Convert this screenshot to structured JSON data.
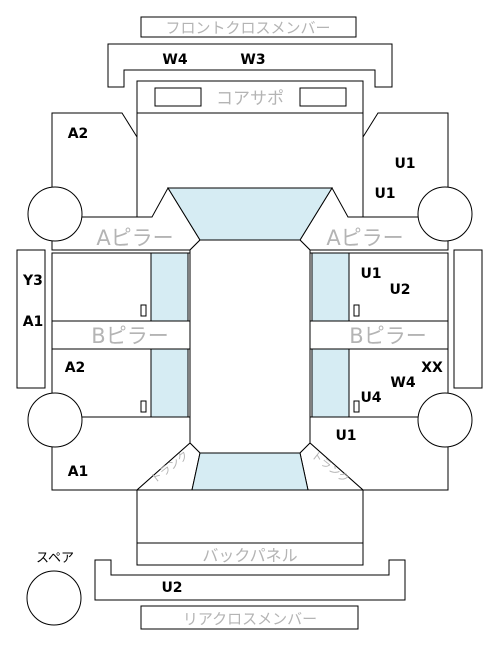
{
  "labels": {
    "front_cross_member": "フロントクロスメンバー",
    "core_support": "コアサポ",
    "a_pillar_left": "Aピラー",
    "a_pillar_right": "Aピラー",
    "b_pillar_left": "Bピラー",
    "b_pillar_right": "Bピラー",
    "trunk_left": "トランク",
    "trunk_right": "トランク",
    "back_panel": "バックパネル",
    "rear_cross_member": "リアクロスメンバー",
    "spare": "スペア"
  },
  "codes": {
    "front_w4": "W4",
    "front_w3": "W3",
    "front_left_a2": "A2",
    "front_right_u1a": "U1",
    "front_right_u1b": "U1",
    "left_y3": "Y3",
    "left_a1": "A1",
    "right_front_door_u1": "U1",
    "right_front_door_u2": "U2",
    "left_rear_door_a2": "A2",
    "right_rear_door_xx": "XX",
    "right_rear_door_w4": "W4",
    "right_rear_door_u4": "U4",
    "rear_right_u1": "U1",
    "rear_left_a1": "A1",
    "rear_u2": "U2"
  },
  "colors": {
    "glass": "#d6ecf3",
    "line": "#000000",
    "label_gray": "#b4b4b4",
    "background": "#ffffff"
  }
}
